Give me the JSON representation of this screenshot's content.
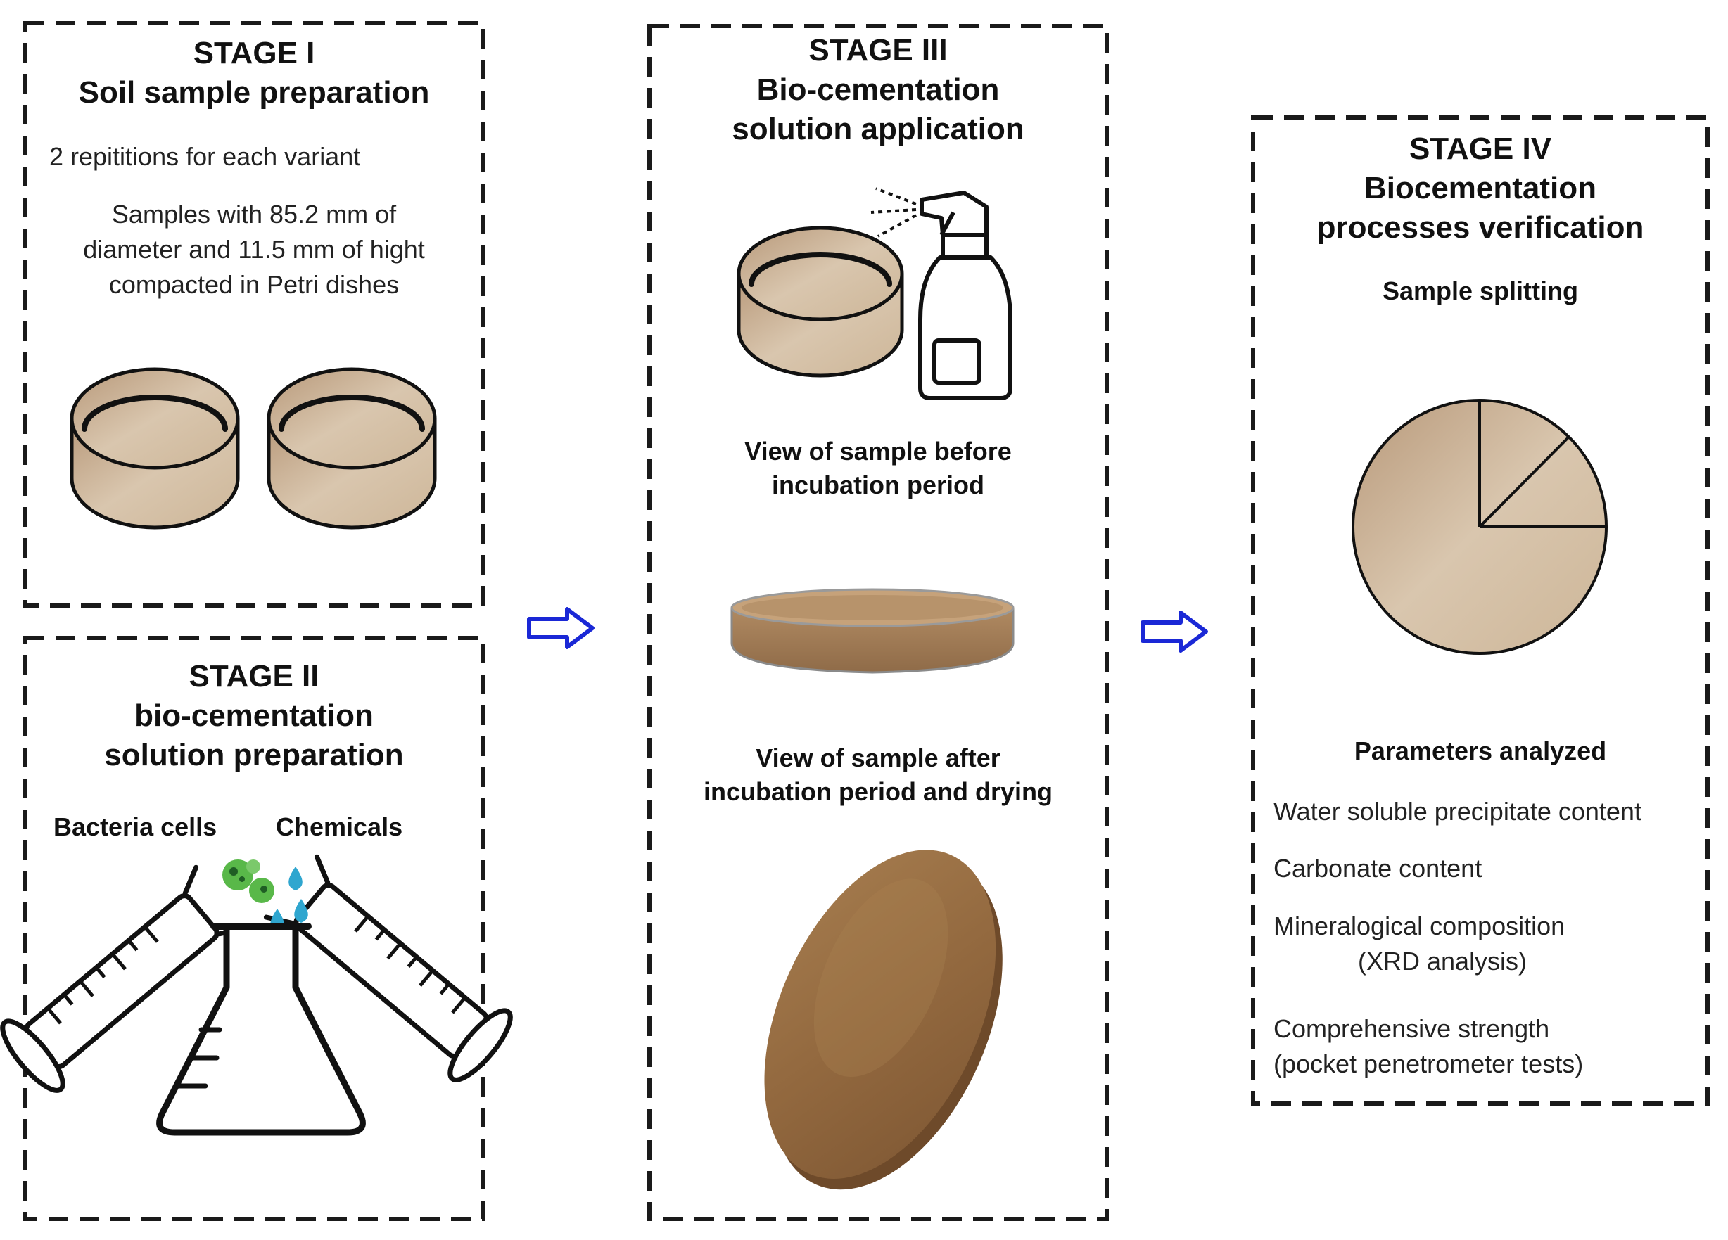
{
  "colors": {
    "dash": "#1a1a1a",
    "soil_light": "#d7c3ab",
    "soil_dark": "#b99a7a",
    "soil_photo": "#9c7447",
    "arrow": "#1a28d6",
    "bacteria": "#59b849",
    "droplet": "#2fa6cf"
  },
  "stage1": {
    "title": "STAGE I",
    "subtitle": "Soil sample preparation",
    "repetitions": "2 repititions for each variant",
    "desc_line1": "Samples with 85.2 mm of",
    "desc_line2": "diameter and  11.5 mm of hight",
    "desc_line3": "compacted in Petri dishes",
    "icon": "petri-dish-pair"
  },
  "stage2": {
    "title": "STAGE II",
    "subtitle_line1": "bio-cementation",
    "subtitle_line2": "solution preparation",
    "label_bacteria": "Bacteria cells",
    "label_chemicals": "Chemicals",
    "icons": [
      "measuring-cylinder",
      "bacteria",
      "droplet",
      "erlenmeyer-flask"
    ]
  },
  "stage3": {
    "title": "STAGE III",
    "subtitle_line1": "Bio-cementation",
    "subtitle_line2": "solution application",
    "before_line1": "View of sample before",
    "before_line2": "incubation period",
    "after_line1": "View of sample after",
    "after_line2": "incubation period and drying",
    "icons": [
      "petri-dish",
      "spray-bottle",
      "soil-sample-photo"
    ]
  },
  "stage4": {
    "title": "STAGE IV",
    "subtitle_line1": "Biocementation",
    "subtitle_line2": "processes verification",
    "splitting": "Sample splitting",
    "params_title": "Parameters analyzed",
    "param1": "Water soluble precipitate content",
    "param2": "Carbonate content",
    "param3_line1": "Mineralogical composition",
    "param3_line2": "(XRD analysis)",
    "param4_line1": "Comprehensive strength",
    "param4_line2": "(pocket penetrometer tests)",
    "icon": "split-sample-disc"
  }
}
